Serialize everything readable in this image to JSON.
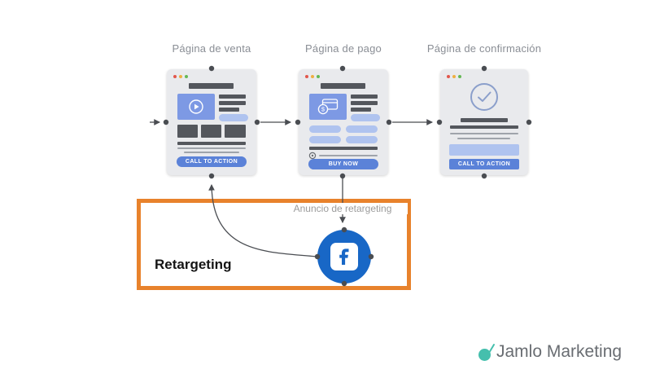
{
  "diagram": {
    "pages": [
      {
        "title": "Página de venta",
        "button": "CALL TO ACTION"
      },
      {
        "title": "Página de pago",
        "button": "BUY NOW"
      },
      {
        "title": "Página de confirmación",
        "button": "CALL TO ACTION"
      }
    ],
    "retargeting": {
      "box_label": "Retargeting",
      "ad_label": "Anuncio de retargeting"
    }
  },
  "branding": {
    "name": "Jamlo Marketing"
  },
  "icons": {
    "facebook": "facebook-icon",
    "play": "play-icon",
    "credit_card": "credit-card-icon",
    "check": "check-circle-icon",
    "radio": "radio-icon",
    "logo": "jamlo-logo-icon"
  },
  "colors": {
    "retargeting_border": "#E8822C",
    "facebook_blue": "#1867C6",
    "button_blue": "#5B82D8",
    "light_blue": "#AFC3EF",
    "panel_blue": "#7D99E4",
    "window_bg": "#E9EAED",
    "dark_gray": "#54575D",
    "connector_gray": "#4A4D52",
    "title_gray": "#8A8E95",
    "brand_teal": "#45BFAD"
  }
}
